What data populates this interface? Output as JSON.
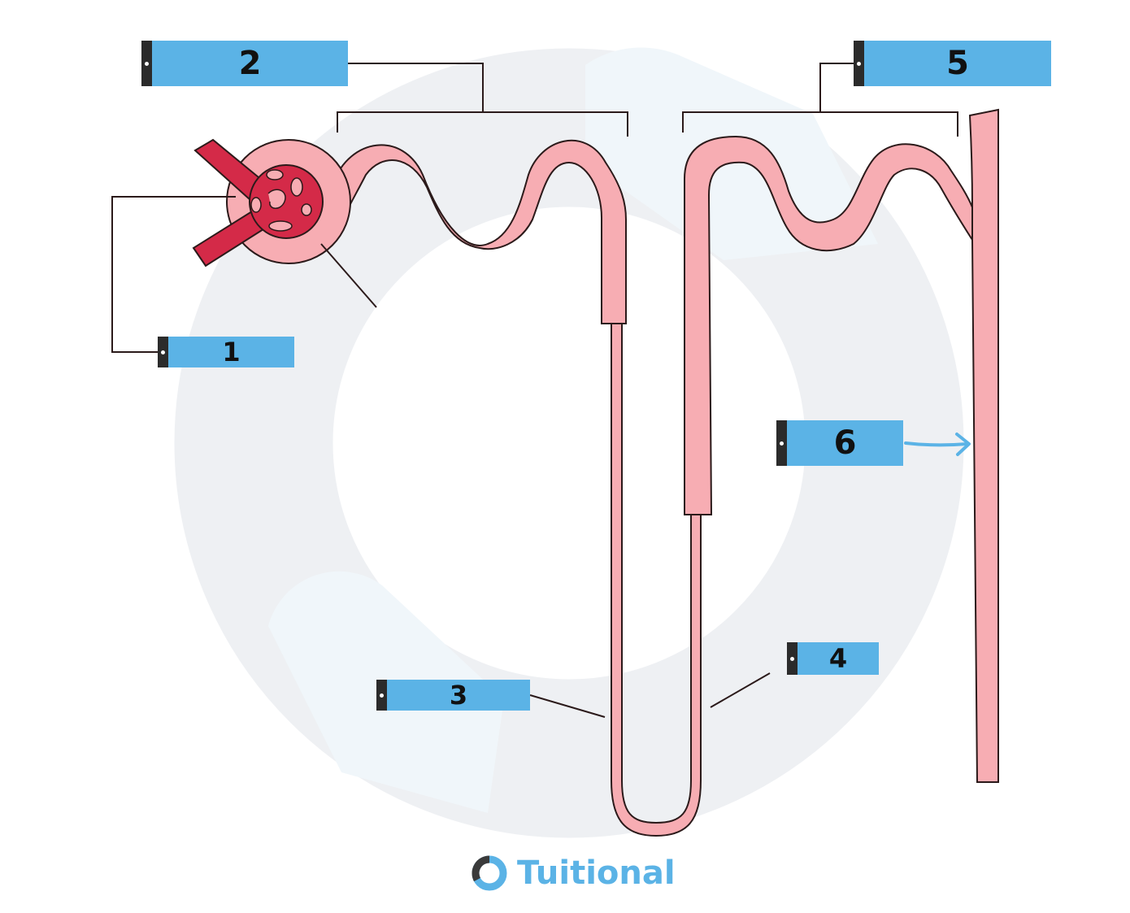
{
  "diagram": {
    "labels": [
      {
        "id": "1",
        "text": "1"
      },
      {
        "id": "2",
        "text": "2"
      },
      {
        "id": "3",
        "text": "3"
      },
      {
        "id": "4",
        "text": "4"
      },
      {
        "id": "5",
        "text": "5"
      },
      {
        "id": "6",
        "text": "6"
      }
    ]
  },
  "brand": {
    "name": "Tuitional"
  },
  "colors": {
    "label_fill": "#5bb3e6",
    "label_tab": "#2b2b2b",
    "tubule": "#f7adb3",
    "capillary": "#d42a48",
    "outline": "#2b1a1a",
    "arrow": "#5bb3e6",
    "watermark": "#eef0f3"
  }
}
